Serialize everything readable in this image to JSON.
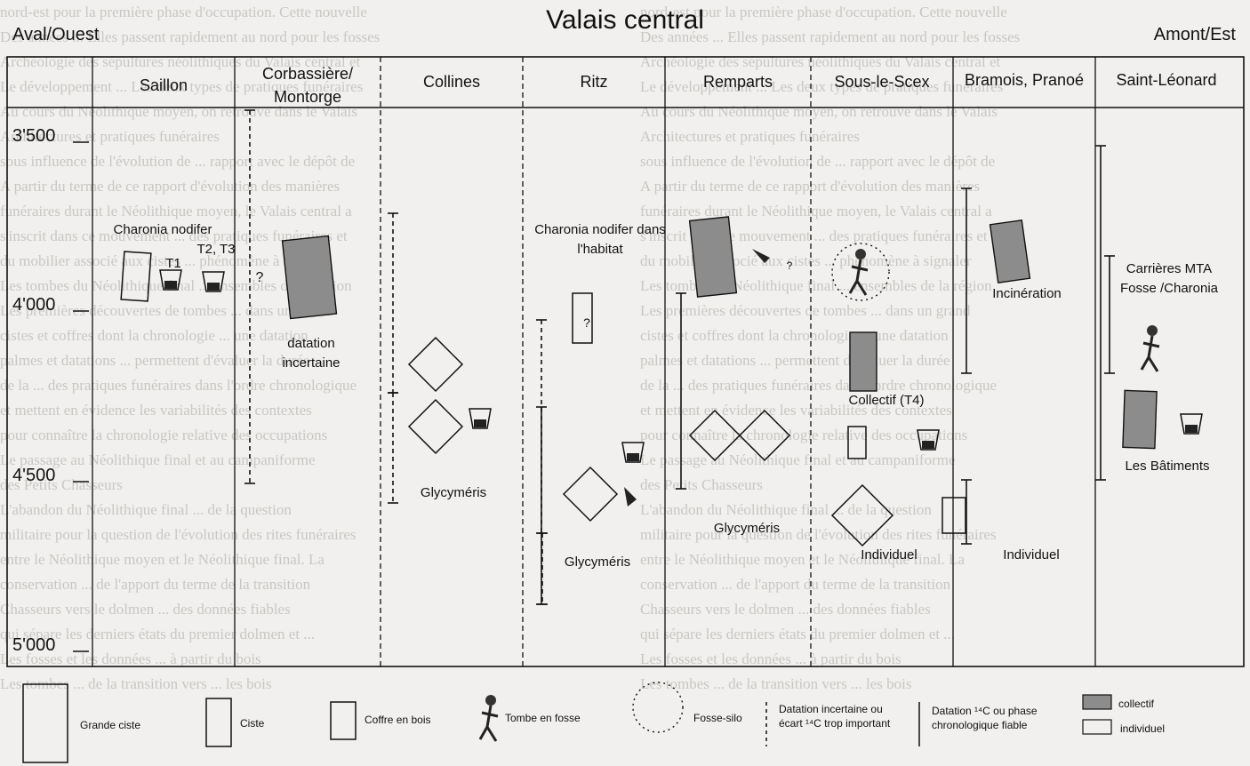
{
  "title": "Valais central",
  "west_label": "Aval/Ouest",
  "east_label": "Amont/Est",
  "columns": [
    "Saillon",
    "Corbassière/ Montorge",
    "Collines",
    "Ritz",
    "Remparts",
    "Sous-le-Scex",
    "Bramois, Pranoé",
    "Saint-Léonard"
  ],
  "axis_ticks": [
    "3'500",
    "4'000",
    "4'500",
    "5'000"
  ],
  "annotations": {
    "saillon_charonia": "Charonia nodifer",
    "saillon_t2t3": "T2, T3",
    "saillon_t1": "T1",
    "question": "?",
    "corbassiere_datation": "datation incertaine",
    "collines_glycymeris": "Glycyméris",
    "ritz_charonia": "Charonia nodifer dans l'habitat",
    "ritz_question": "?",
    "ritz_glycymeris": "Glycyméris",
    "remparts_glycymeris": "Glycyméris",
    "scex_individuel": "Individuel",
    "bramois_collectif": "Collectif (T4)",
    "bramois_incineration": "Incinération",
    "bramois_individuel": "Individuel",
    "saint_carrieres": "Carrières MTA Fosse /Charonia",
    "saint_batiments": "Les Bâtiments"
  },
  "legend": {
    "grande_ciste": "Grande ciste",
    "ciste": "Ciste",
    "coffre": "Coffre en bois",
    "tombe_fosse": "Tombe en fosse",
    "fosse_silo": "Fosse-silo",
    "datation_incertaine": "Datation incertaine ou écart ¹⁴C trop important",
    "datation_fiable": "Datation ¹⁴C ou phase chronologique fiable",
    "collectif": "collectif",
    "individuel": "individuel"
  },
  "colors": {
    "background": "#f1f0ee",
    "fill_collectif": "#8c8c8c",
    "ghost_text": "#c8c7c4"
  },
  "background_text": [
    "nord-est pour la première phase d'occupation. Cette nouvelle",
    "Des années ... Elles passent rapidement au nord pour les fosses",
    "Archéologie des sépultures néolithiques du Valais central et",
    "Le développement ... Les deux types de pratiques funéraires",
    "Au cours du Néolithique moyen, on retrouve dans le Valais",
    "Architectures et pratiques funéraires",
    "sous influence de l'évolution de ... rapport avec le dépôt de",
    "A partir du terme de ce rapport d'évolution des manières",
    "funéraires durant le Néolithique moyen, le Valais central a",
    "s'inscrit dans ce mouvement ... des pratiques funéraires et",
    "du mobilier associé aux cistes ... phénomène à signaler",
    "Les tombes du Néolithique final ... ensembles de la région",
    "Les premières découvertes de tombes ... dans un grand",
    "cistes et coffres dont la chronologie ... une datation",
    "palmes et datations ... permettent d'évaluer la durée",
    "de la ... des pratiques funéraires dans l'ordre chronologique",
    "et mettent en évidence les variabilités des contextes",
    "pour connaître la chronologie relative des occupations",
    "Le passage au Néolithique final et au campaniforme",
    "des Petits Chasseurs",
    "L'abandon du Néolithique final ... de la question",
    "militaire pour la question de l'évolution des rites funéraires",
    "entre le Néolithique moyen et le Néolithique final. La",
    "conservation ... de l'apport du terme de la transition",
    "Chasseurs vers le dolmen ... des données fiables",
    "qui sépare les derniers états du premier dolmen et ...",
    "Les fosses et les données ... à partir du bois",
    "Les tombes ... de la transition vers ... les bois"
  ]
}
